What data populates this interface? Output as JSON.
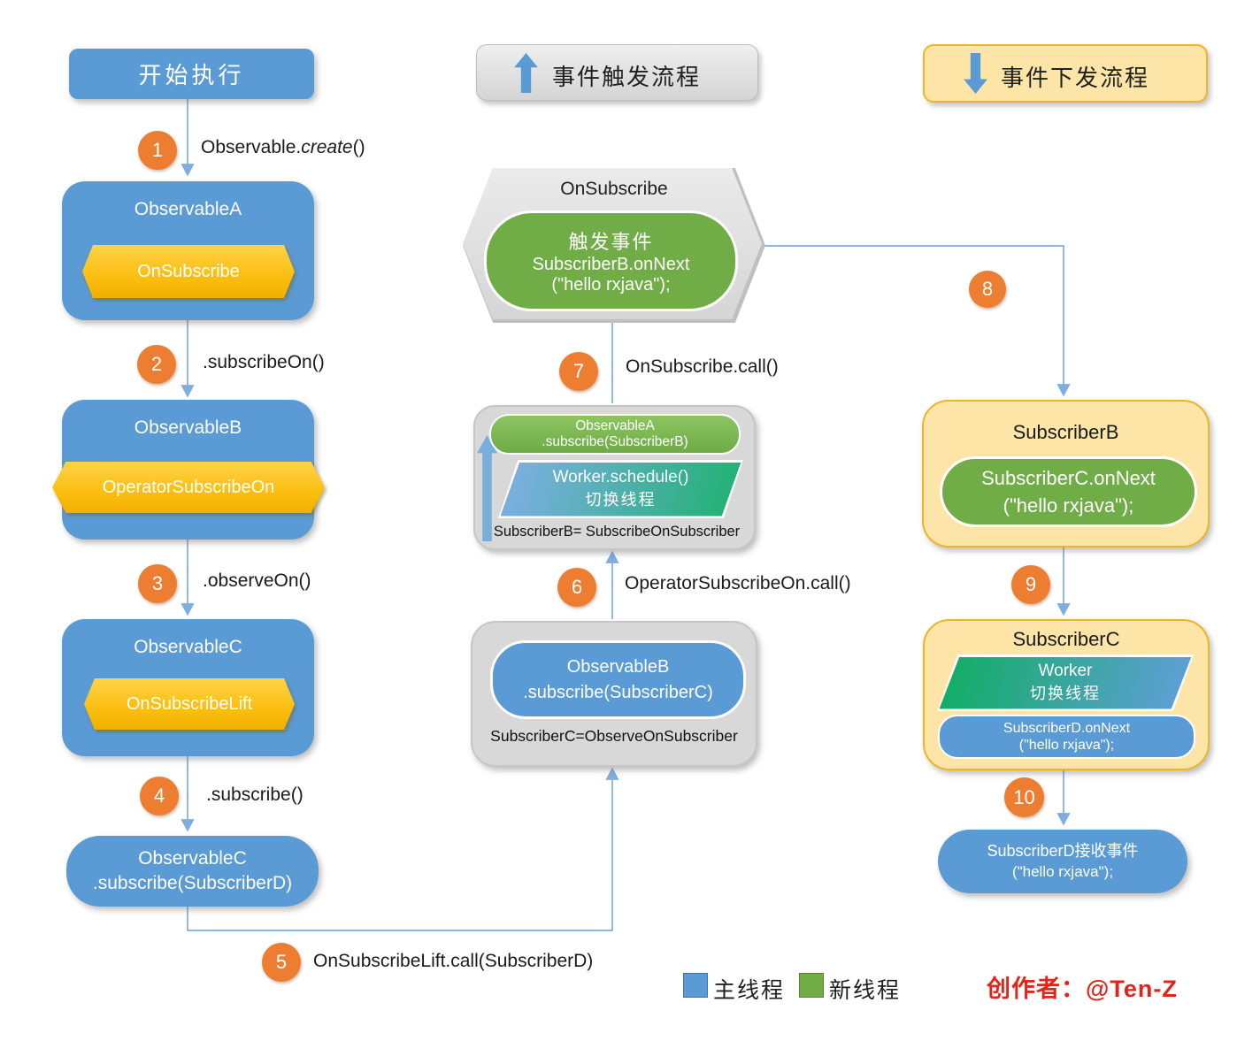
{
  "colors": {
    "blue": "#5B9BD5",
    "green": "#70AD47",
    "gold": "#FFC000",
    "light_yellow": "#FCE5A6",
    "orange": "#ED7D31",
    "gray": "#D8D8D8",
    "line_blue": "#7EAEDD",
    "author_red": "#E2251B"
  },
  "start": {
    "label": "开始执行"
  },
  "legends_top": {
    "trigger": {
      "label": "事件触发流程"
    },
    "dispatch": {
      "label": "事件下发流程"
    }
  },
  "left_column": {
    "observableA": {
      "title": "ObservableA",
      "hexagon": "OnSubscribe"
    },
    "observableB": {
      "title": "ObservableB",
      "hexagon": "OperatorSubscribeOn"
    },
    "observableC": {
      "title": "ObservableC",
      "hexagon": "OnSubscribeLift"
    },
    "subscribeD_box": {
      "line1": "ObservableC",
      "line2": ".subscribe(SubscriberD)"
    }
  },
  "steps": {
    "s1": {
      "num": "1",
      "label_prefix": "Observable.",
      "label_italic": "create",
      "label_suffix": "()"
    },
    "s2": {
      "num": "2",
      "label": ".subscribeOn()"
    },
    "s3": {
      "num": "3",
      "label": ".observeOn()"
    },
    "s4": {
      "num": "4",
      "label": ".subscribe()"
    },
    "s5": {
      "num": "5",
      "label": "OnSubscribeLift.call(SubscriberD)"
    },
    "s6": {
      "num": "6",
      "label": "OperatorSubscribeOn.call()"
    },
    "s7": {
      "num": "7",
      "label": "OnSubscribe.call()"
    },
    "s8": {
      "num": "8"
    },
    "s9": {
      "num": "9"
    },
    "s10": {
      "num": "10"
    }
  },
  "middle_column": {
    "onsubscribe_hexagon": {
      "title": "OnSubscribe",
      "capsule_lines": [
        "触发事件",
        "SubscriberB.onNext",
        "(\"hello rxjava\");"
      ]
    },
    "subscribe_on_box": {
      "capsule_lines": [
        "ObservableA",
        ".subscribe(SubscriberB)"
      ],
      "parallelogram_lines": [
        "Worker.schedule()",
        "切换线程"
      ],
      "caption": "SubscriberB= SubscribeOnSubscriber"
    },
    "observe_on_box": {
      "capsule_lines": [
        "ObservableB",
        ".subscribe(SubscriberC)"
      ],
      "caption": "SubscriberC=ObserveOnSubscriber"
    }
  },
  "right_column": {
    "subscriberB": {
      "title": "SubscriberB",
      "capsule_lines": [
        "SubscriberC.onNext",
        "(\"hello rxjava\");"
      ]
    },
    "subscriberC": {
      "title": "SubscriberC",
      "parallelogram_lines": [
        "Worker",
        "切换线程"
      ],
      "capsule_lines": [
        "SubscriberD.onNext",
        "(\"hello rxjava\");"
      ]
    },
    "subscriberD": {
      "lines": [
        "SubscriberD接收事件",
        "(\"hello rxjava\");"
      ]
    }
  },
  "footer": {
    "legend": [
      {
        "label": "主线程",
        "color": "#5B9BD5"
      },
      {
        "label": "新线程",
        "color": "#70AD47"
      }
    ],
    "author": "创作者：@Ten-Z"
  }
}
